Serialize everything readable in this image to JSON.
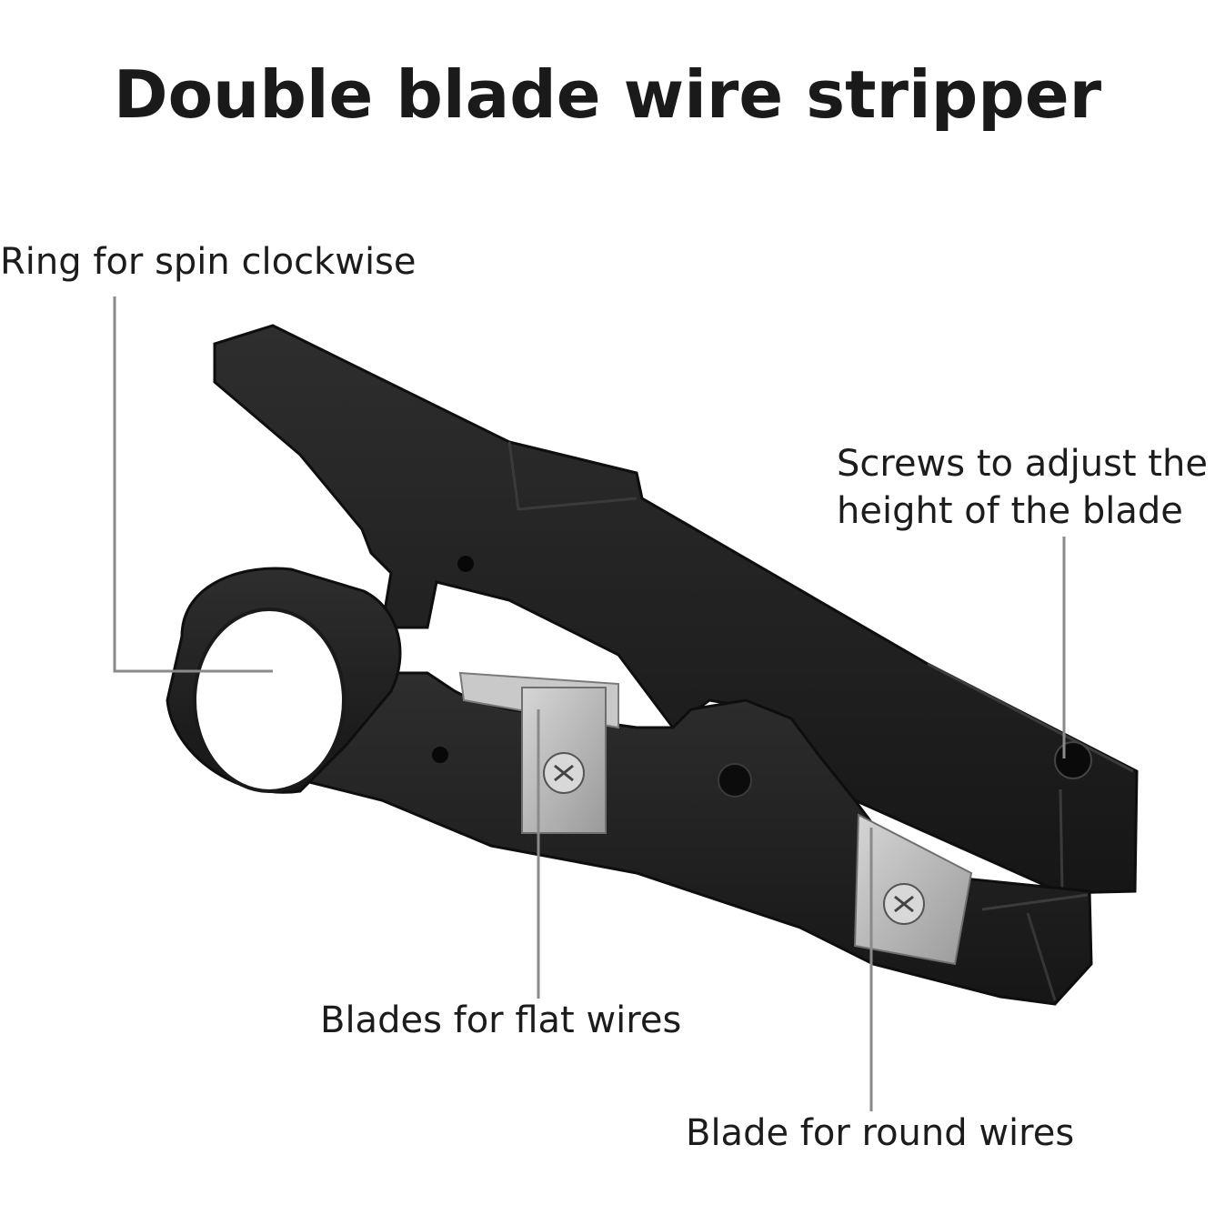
{
  "title": "Double blade wire stripper",
  "callouts": {
    "ring": "Ring for spin clockwise",
    "screws_line1": "Screws to adjust the",
    "screws_line2": "height of the blade",
    "flat": "Blades for flat wires",
    "round": "Blade for round wires"
  },
  "colors": {
    "tool_body": "#1f1f1f",
    "blade": "#b8b8b8",
    "leader_line": "#8a8a8a",
    "text": "#1c1c1c"
  }
}
